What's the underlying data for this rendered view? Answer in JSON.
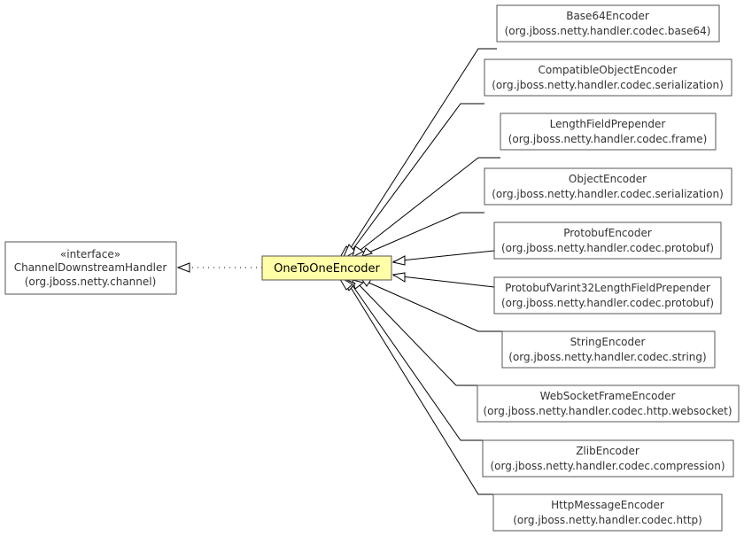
{
  "center": {
    "label": "OneToOneEncoder"
  },
  "interface": {
    "stereotype": "«interface»",
    "name": "ChannelDownstreamHandler",
    "package": "(org.jboss.netty.channel)"
  },
  "subclasses": [
    {
      "name": "Base64Encoder",
      "package": "(org.jboss.netty.handler.codec.base64)"
    },
    {
      "name": "CompatibleObjectEncoder",
      "package": "(org.jboss.netty.handler.codec.serialization)"
    },
    {
      "name": "LengthFieldPrepender",
      "package": "(org.jboss.netty.handler.codec.frame)"
    },
    {
      "name": "ObjectEncoder",
      "package": "(org.jboss.netty.handler.codec.serialization)"
    },
    {
      "name": "ProtobufEncoder",
      "package": "(org.jboss.netty.handler.codec.protobuf)"
    },
    {
      "name": "ProtobufVarint32LengthFieldPrepender",
      "package": "(org.jboss.netty.handler.codec.protobuf)"
    },
    {
      "name": "StringEncoder",
      "package": "(org.jboss.netty.handler.codec.string)"
    },
    {
      "name": "WebSocketFrameEncoder",
      "package": "(org.jboss.netty.handler.codec.http.websocket)"
    },
    {
      "name": "ZlibEncoder",
      "package": "(org.jboss.netty.handler.codec.compression)"
    },
    {
      "name": "HttpMessageEncoder",
      "package": "(org.jboss.netty.handler.codec.http)"
    }
  ]
}
